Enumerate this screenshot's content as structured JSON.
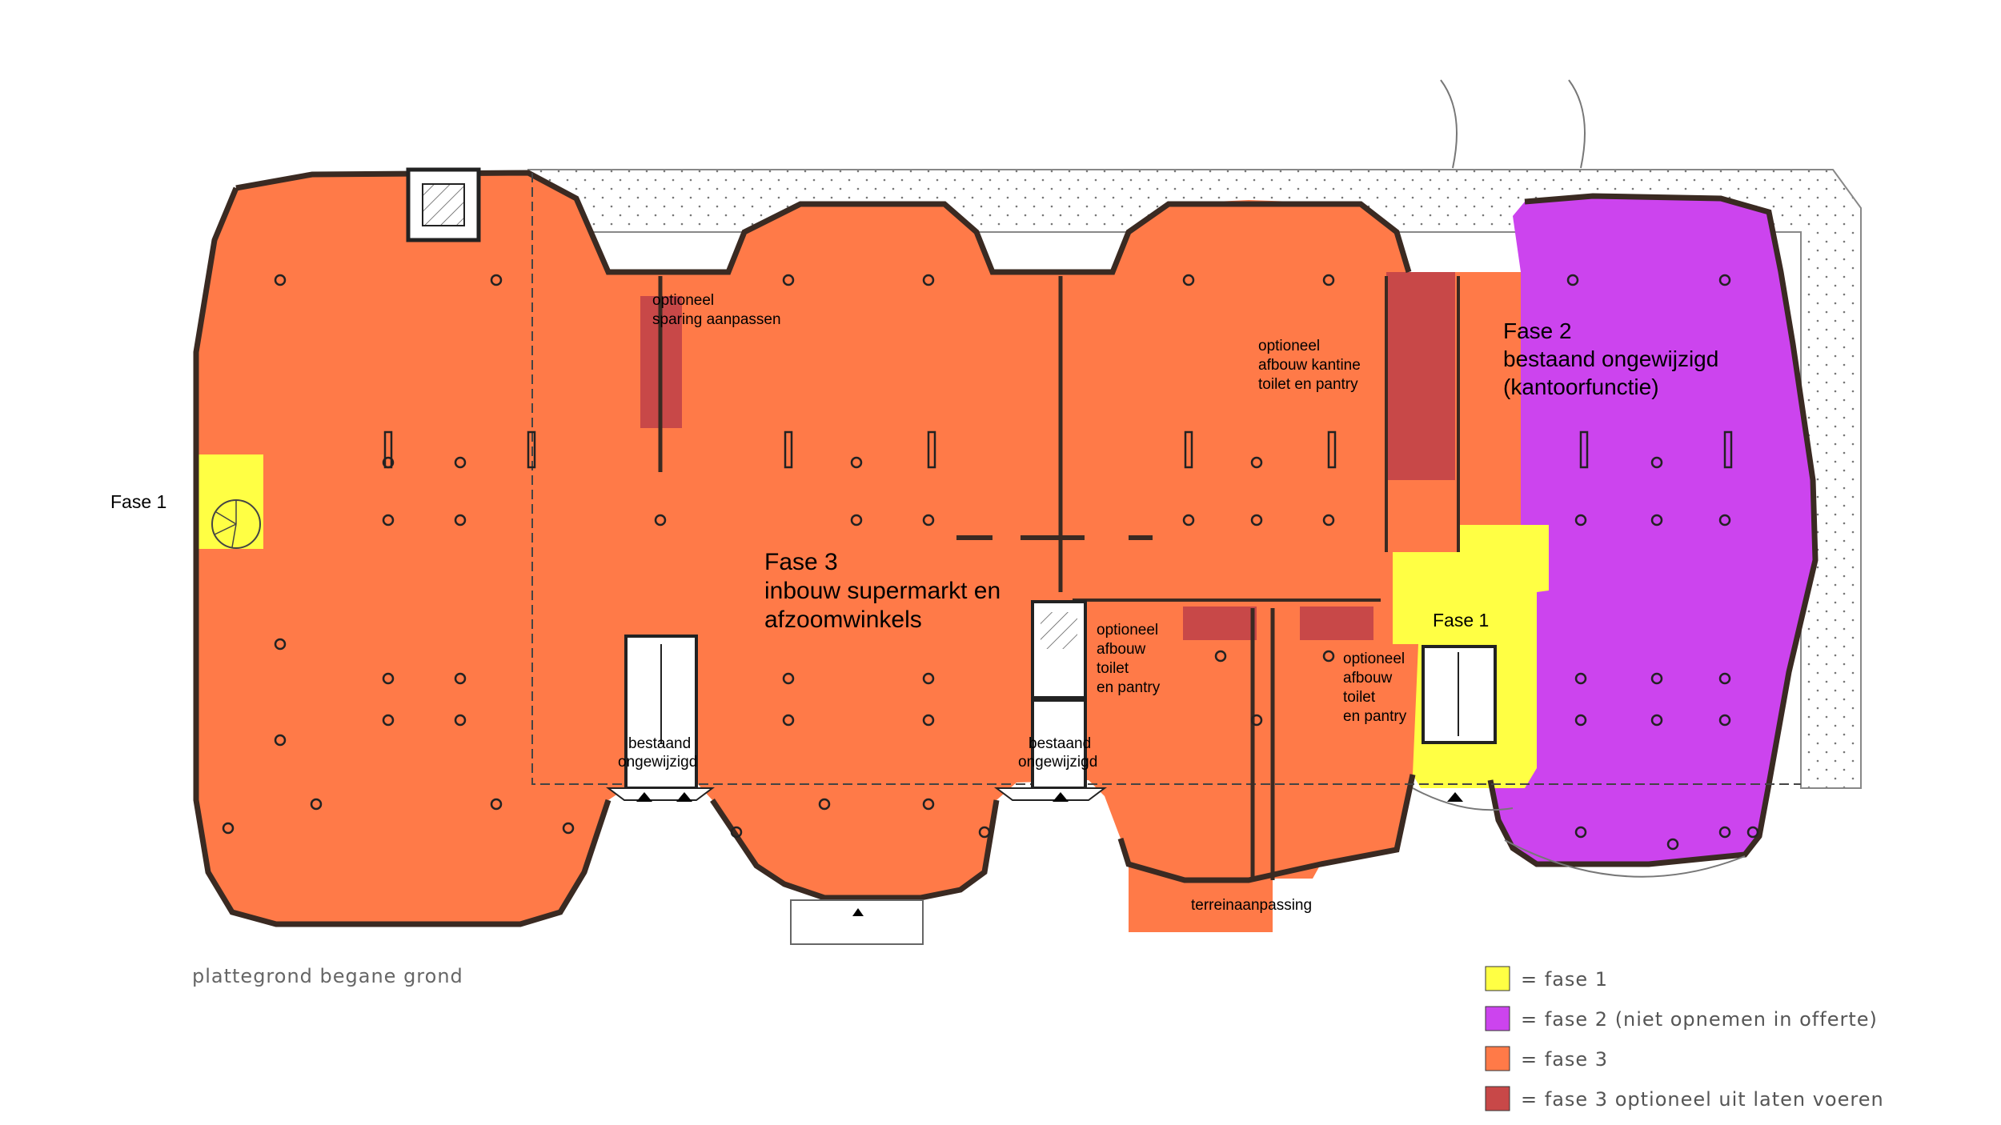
{
  "colors": {
    "fase1": "#ffff44",
    "fase2": "#cc44ee",
    "fase3": "#ff7a48",
    "fase3_optional": "#c84848"
  },
  "labels": {
    "fase1_left": "Fase 1",
    "fase1_right": "Fase 1",
    "fase2_title": "Fase 2",
    "fase2_line1": "bestaand ongewijzigd",
    "fase2_line2": "(kantoorfunctie)",
    "fase3_title": "Fase 3",
    "fase3_line1": "inbouw supermarkt en",
    "fase3_line2": "afzoomwinkels",
    "opt_sparing_1": "optioneel",
    "opt_sparing_2": "sparing aanpassen",
    "opt_kantine_1": "optioneel",
    "opt_kantine_2": "afbouw kantine",
    "opt_kantine_3": "toilet en pantry",
    "opt_toilet_a_1": "optioneel",
    "opt_toilet_a_2": "afbouw",
    "opt_toilet_a_3": "toilet",
    "opt_toilet_a_4": "en pantry",
    "opt_toilet_b_1": "optioneel",
    "opt_toilet_b_2": "afbouw",
    "opt_toilet_b_3": "toilet",
    "opt_toilet_b_4": "en pantry",
    "stair_a_1": "bestaand",
    "stair_a_2": "ongewijzigd",
    "stair_b_1": "bestaand",
    "stair_b_2": "ongewijzigd",
    "terrain": "terreinaanpassing",
    "caption": "plattegrond begane grond"
  },
  "legend": [
    {
      "text": "= fase 1",
      "color": "#ffff44"
    },
    {
      "text": "= fase 2 (niet opnemen in offerte)",
      "color": "#cc44ee"
    },
    {
      "text": "= fase 3",
      "color": "#ff7a48"
    },
    {
      "text": "= fase 3 optioneel uit laten voeren",
      "color": "#c84848"
    }
  ]
}
